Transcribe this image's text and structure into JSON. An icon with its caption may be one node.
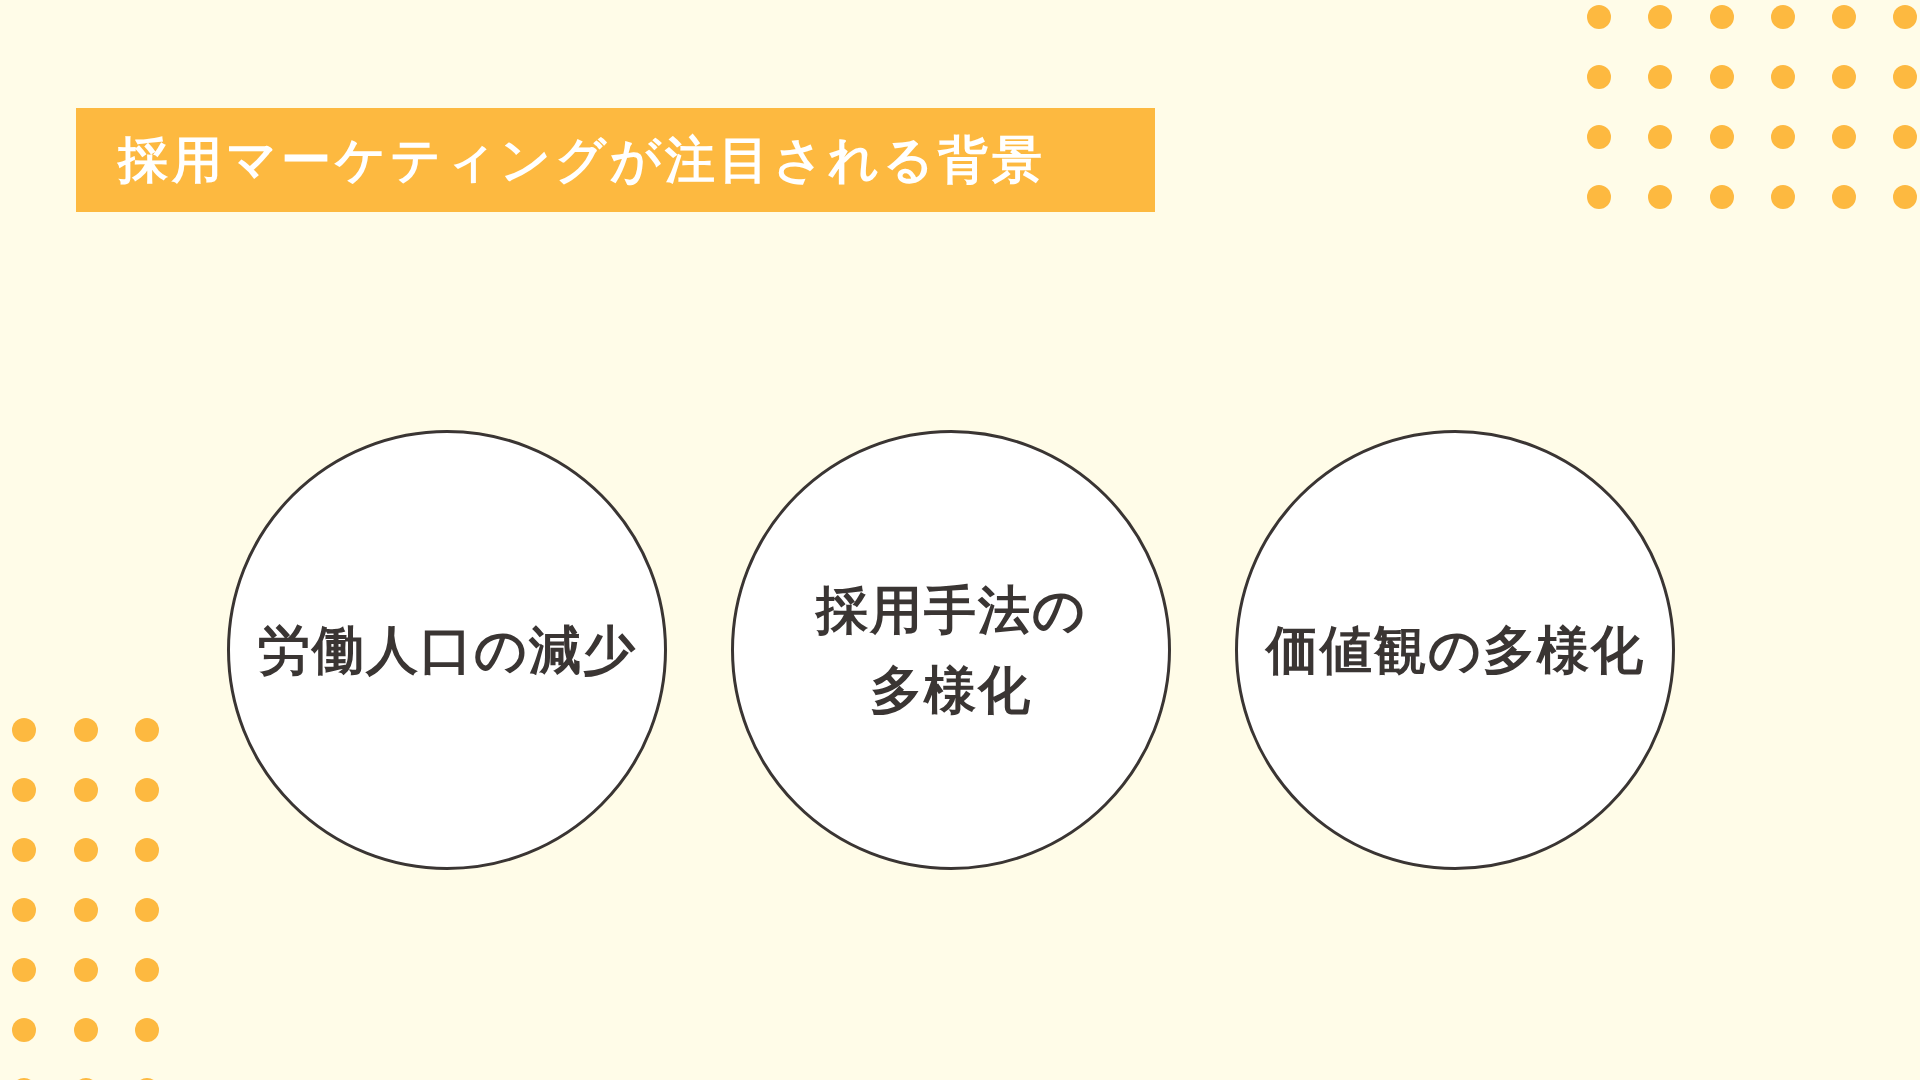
{
  "diagram": {
    "title": "採用マーケティングが注目される背景",
    "nodes": [
      {
        "text": [
          "労働人口の減少"
        ]
      },
      {
        "text": [
          "採用手法の多様化"
        ]
      },
      {
        "text": [
          "価値観の多様化"
        ]
      }
    ]
  }
}
